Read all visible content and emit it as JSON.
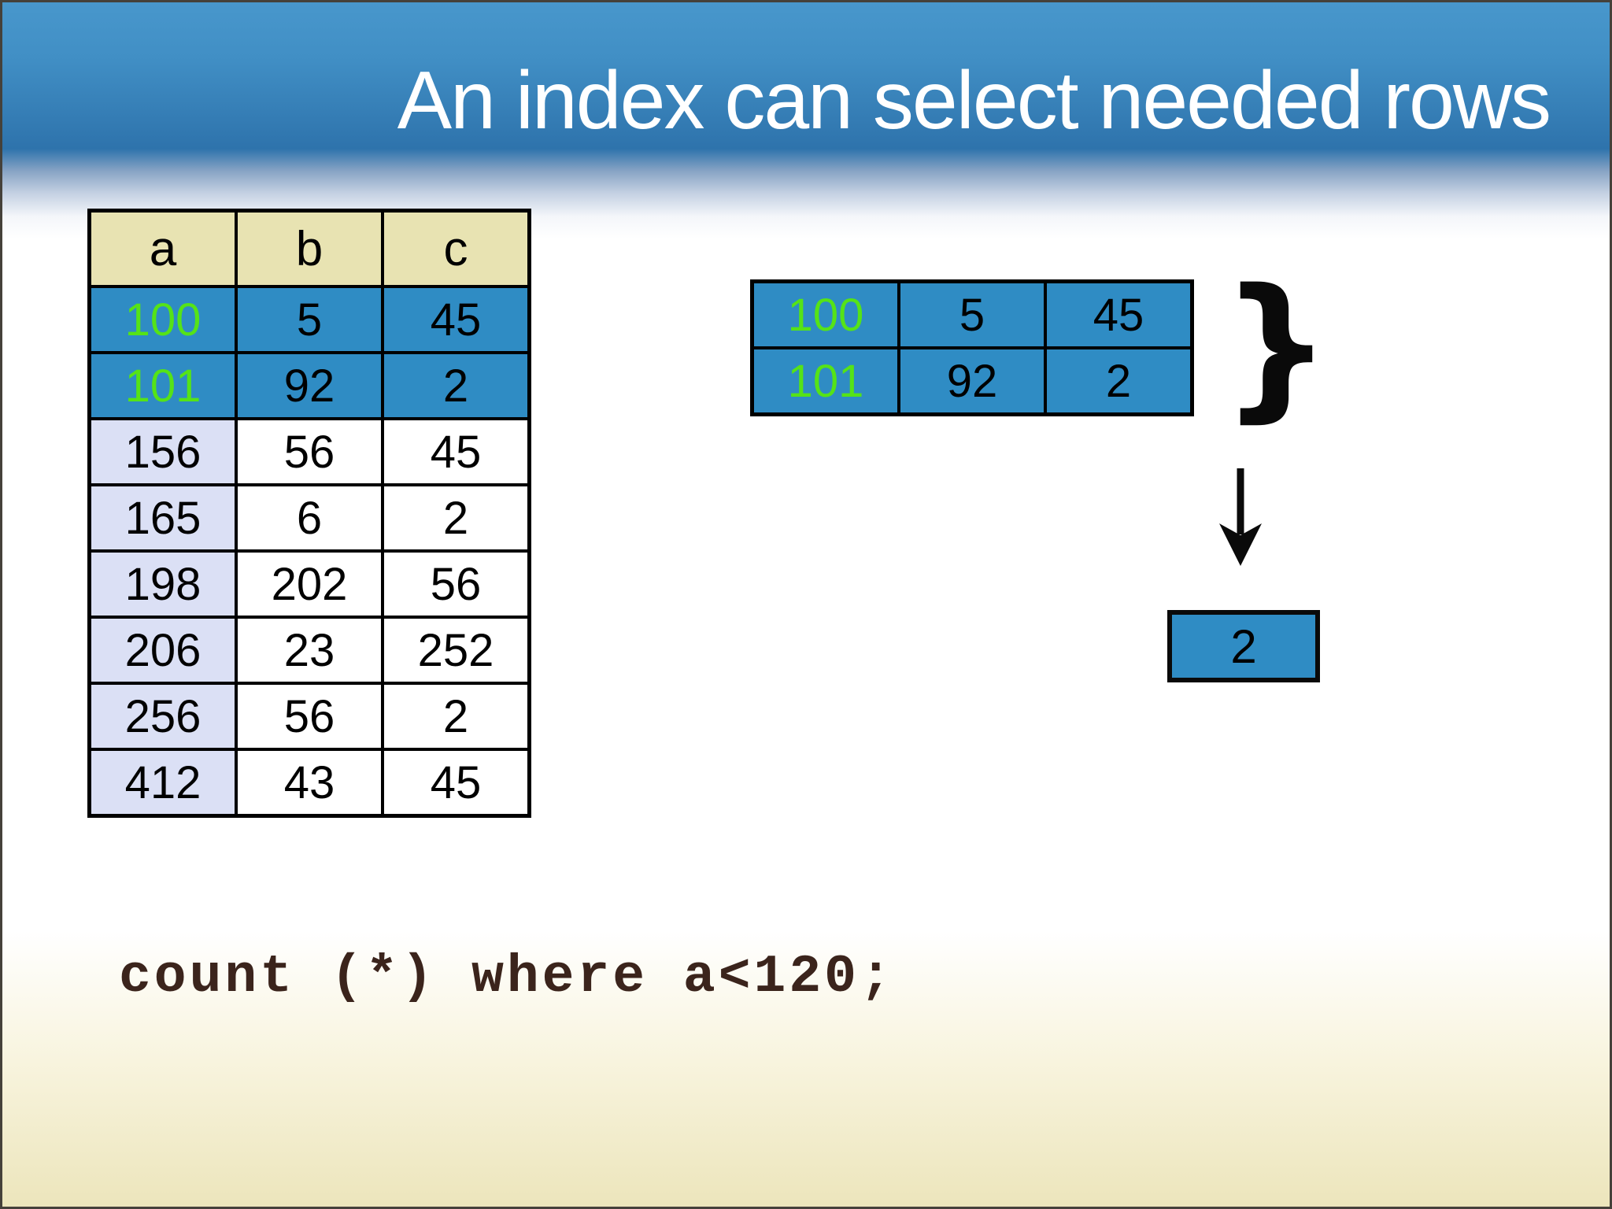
{
  "slide": {
    "title": "An index can select needed rows",
    "query_code": "count (*) where a<120;"
  },
  "main_table": {
    "columns": [
      "a",
      "b",
      "c"
    ],
    "rows": [
      [
        "100",
        "5",
        "45"
      ],
      [
        "101",
        "92",
        "2"
      ],
      [
        "156",
        "56",
        "45"
      ],
      [
        "165",
        "6",
        "2"
      ],
      [
        "198",
        "202",
        "56"
      ],
      [
        "206",
        "23",
        "252"
      ],
      [
        "256",
        "56",
        "2"
      ],
      [
        "412",
        "43",
        "45"
      ]
    ],
    "highlighted_row_count": 2
  },
  "index_selection": {
    "rows": [
      [
        "100",
        "5",
        "45"
      ],
      [
        "101",
        "92",
        "2"
      ]
    ],
    "brace_glyph": "}",
    "result_value": "2"
  },
  "colors": {
    "header_blue_top": "#4897cc",
    "header_blue_bottom": "#2e73ac",
    "table_header_bg": "#e8e3b2",
    "highlight_blue": "#2f8cc4",
    "highlight_green": "#55e317",
    "index_column_bg": "#dbe0f5",
    "code_text_brown": "#3b241c",
    "footer_cream": "#ece5bb"
  }
}
